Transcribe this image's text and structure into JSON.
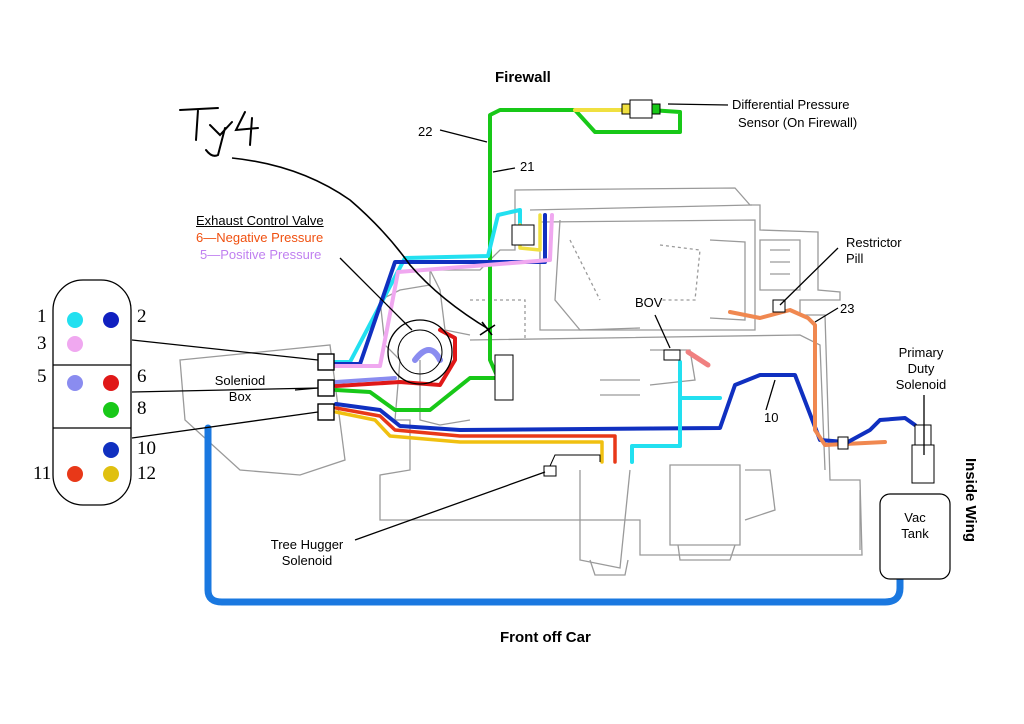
{
  "title": "Firewall",
  "bottom_label": "Front off Car",
  "side_label": "Inside Wing",
  "handwriting": "Ty4",
  "labels": {
    "diff_pressure_sensor_1": "Differential Pressure",
    "diff_pressure_sensor_2": "Sensor (On Firewall)",
    "n22": "22",
    "n21": "21",
    "n23": "23",
    "n10": "10",
    "restrictor_1": "Restrictor",
    "restrictor_2": "Pill",
    "bov": "BOV",
    "primary_1": "Primary",
    "primary_2": "Duty",
    "primary_3": "Solenoid",
    "vac_tank_1": "Vac",
    "vac_tank_2": "Tank",
    "tree_hugger_1": "Tree Hugger",
    "tree_hugger_2": "Solenoid",
    "soleniod_box_1": "Soleniod",
    "soleniod_box_2": "Box",
    "ecv_title": "Exhaust Control Valve",
    "ecv_neg": "6—Negative Pressure",
    "ecv_pos": "5—Positive Pressure"
  },
  "ports": [
    {
      "num": "1",
      "color": "#22e0f0"
    },
    {
      "num": "2",
      "color": "#1020c0"
    },
    {
      "num": "3",
      "color": "#f0a8f0"
    },
    {
      "num": "5",
      "color": "#8a8cf0"
    },
    {
      "num": "6",
      "color": "#e01818"
    },
    {
      "num": "8",
      "color": "#18c818"
    },
    {
      "num": "10",
      "color": "#1030c0"
    },
    {
      "num": "11",
      "color": "#e83818"
    },
    {
      "num": "12",
      "color": "#e0c010"
    }
  ],
  "colors": {
    "cyan": "#22e0f0",
    "blue": "#1030c0",
    "pink": "#f0a8f0",
    "lavender": "#8a8cf0",
    "red": "#e01818",
    "green": "#18c818",
    "yellow": "#f0e040",
    "orange": "#f08850",
    "orange_label": "#f05010",
    "vac_blue": "#1a78e0",
    "salmon": "#f08080"
  }
}
